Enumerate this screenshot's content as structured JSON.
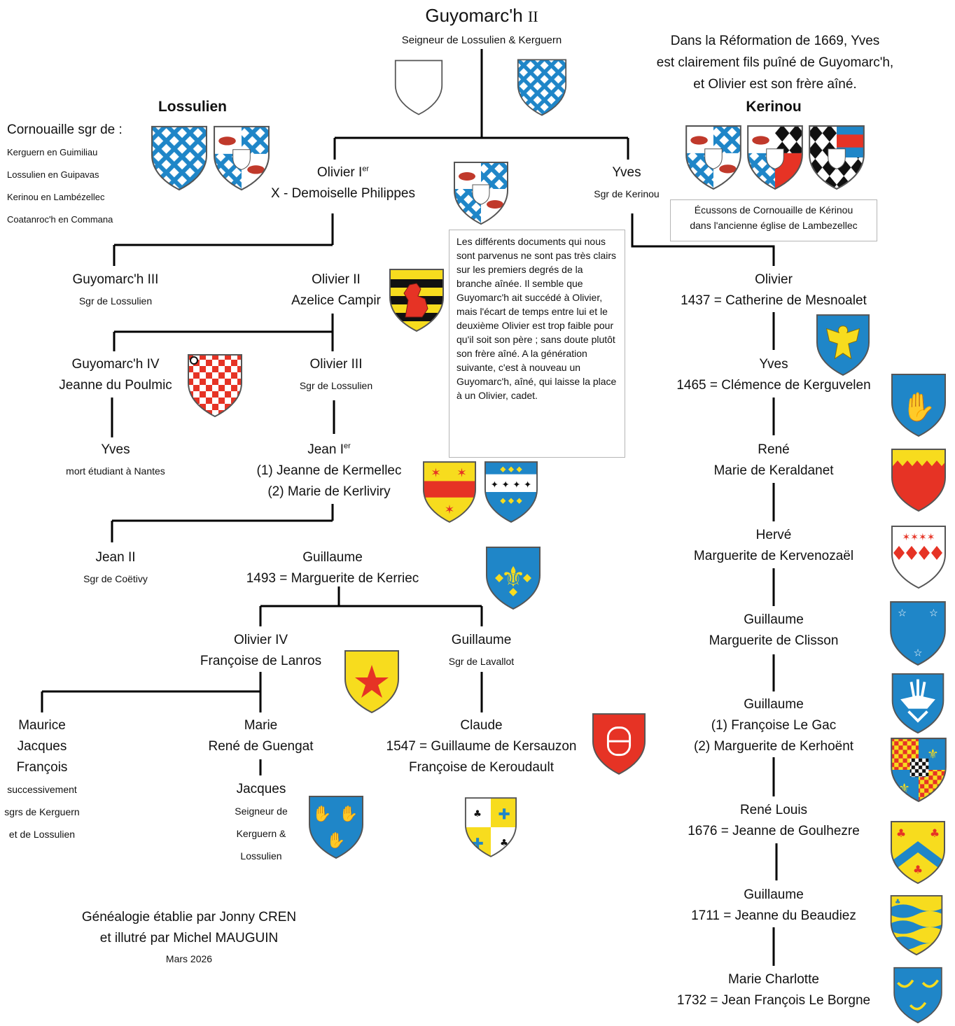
{
  "root": {
    "name": "Guyomarc'h",
    "numeral": "II",
    "title": "Seigneur de Lossulien & Kerguern"
  },
  "intro_note": [
    "Dans la Réformation de 1669, Yves",
    "est clairement fils puîné de Guyomarc'h,",
    "et Olivier est son frère aîné."
  ],
  "branch_titles": {
    "lossulien": "Lossulien",
    "kerinou": "Kerinou"
  },
  "cornouaille": {
    "heading": "Cornouaille sgr de :",
    "items": [
      "Kerguern en Guimiliau",
      "Lossulien en Guipavas",
      "Kerinou en Lambézellec",
      "Coatanroc'h en Commana"
    ]
  },
  "kerinou_caption": [
    "Écussons de Cornouaille de Kérinou",
    "dans l'ancienne église de Lambezellec"
  ],
  "explanatory_note": "Les différents documents qui nous sont parvenus ne sont pas très clairs sur les premiers degrés de la branche aînée. Il semble que Guyomarc'h ait succédé à Olivier, mais l'écart de temps entre lui et le deuxième Olivier est trop faible pour qu'il soit son père ; sans doute plutôt son frère aîné. A la génération suivante, c'est à nouveau un Guyomarc'h, aîné, qui laisse la place à un Olivier, cadet.",
  "persons": {
    "olivier1": {
      "name": "Olivier I",
      "sup": "er",
      "spouse": "X - Demoiselle Philippes"
    },
    "yves_kerinou": {
      "name": "Yves",
      "sub": "Sgr de Kerinou"
    },
    "guyomarch3": {
      "name": "Guyomarc'h III",
      "sub": "Sgr de Lossulien"
    },
    "olivier2": {
      "name": "Olivier II",
      "spouse": "Azelice Campir"
    },
    "guyomarch4": {
      "name": "Guyomarc'h IV",
      "spouse": "Jeanne du Poulmic"
    },
    "olivier3": {
      "name": "Olivier III",
      "sub": "Sgr de Lossulien"
    },
    "yves_nantes": {
      "name": "Yves",
      "sub": "mort étudiant à Nantes"
    },
    "jean1": {
      "name": "Jean I",
      "sup": "er",
      "spouse1": "(1) Jeanne de Kermellec",
      "spouse2": "(2) Marie de Kerliviry"
    },
    "jean2": {
      "name": "Jean II",
      "sub": "Sgr de Coëtivy"
    },
    "guillaume1493": {
      "name": "Guillaume",
      "spouse": "1493 = Marguerite de Kerriec"
    },
    "olivier4": {
      "name": "Olivier IV",
      "spouse": "Françoise de Lanros"
    },
    "guillaume_lavallot": {
      "name": "Guillaume",
      "sub": "Sgr de Lavallot"
    },
    "maurice": {
      "names": [
        "Maurice",
        "Jacques",
        "François"
      ],
      "subs": [
        "successivement",
        "sgrs de Kerguern",
        "et de Lossulien"
      ]
    },
    "marie": {
      "name": "Marie",
      "spouse": "René de Guengat"
    },
    "claude": {
      "name": "Claude",
      "spouse1": "1547 = Guillaume de Kersauzon",
      "spouse2": "Françoise de Keroudault"
    },
    "jacques": {
      "name": "Jacques",
      "subs": [
        "Seigneur de",
        "Kerguern &",
        "Lossulien"
      ]
    },
    "k_olivier": {
      "name": "Olivier",
      "spouse": "1437 = Catherine de Mesnoalet"
    },
    "k_yves": {
      "name": "Yves",
      "spouse": "1465 = Clémence de Kerguvelen"
    },
    "k_rene": {
      "name": "René",
      "spouse": "Marie de Keraldanet"
    },
    "k_herve": {
      "name": "Hervé",
      "spouse": "Marguerite de Kervenozaël"
    },
    "k_guillaume1": {
      "name": "Guillaume",
      "spouse": "Marguerite de Clisson"
    },
    "k_guillaume2": {
      "name": "Guillaume",
      "spouse1": "(1) Françoise Le Gac",
      "spouse2": "(2) Marguerite de Kerhoënt"
    },
    "k_renelouis": {
      "name": "René Louis",
      "spouse": "1676 = Jeanne de Goulhezre"
    },
    "k_guillaume3": {
      "name": "Guillaume",
      "spouse": "1711 = Jeanne du Beaudiez"
    },
    "k_mariecharlotte": {
      "name": "Marie Charlotte",
      "spouse": "1732 = Jean François Le Borgne"
    }
  },
  "credits": {
    "line1": "Généalogie établie par Jonny CREN",
    "line2": "et illutré par Michel MAUGUIN",
    "date": "Mars 2026"
  },
  "colors": {
    "blue": "#1f86c8",
    "red": "#e63325",
    "yellow": "#f7dc1e",
    "black": "#111111",
    "line": "#000000"
  }
}
